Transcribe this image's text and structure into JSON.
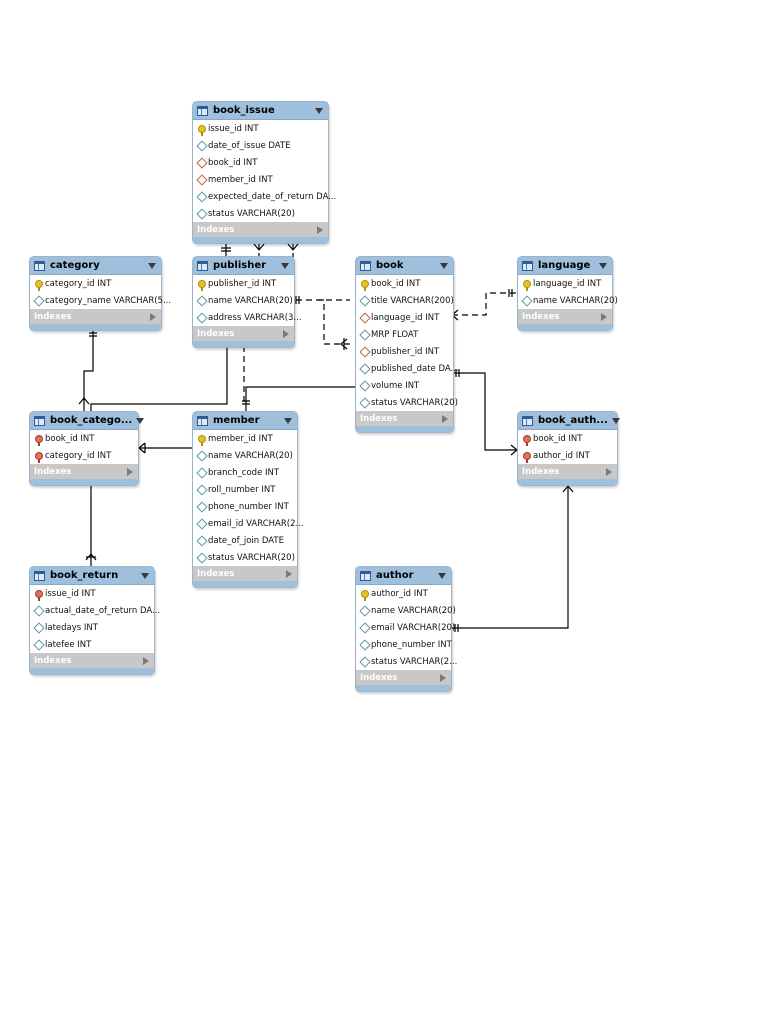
{
  "tables": {
    "book_issue": {
      "title": "book_issue",
      "columns": [
        {
          "icon": "pk",
          "text": "issue_id INT"
        },
        {
          "icon": "col",
          "text": "date_of_issue DATE"
        },
        {
          "icon": "fk",
          "text": "book_id INT"
        },
        {
          "icon": "fk",
          "text": "member_id INT"
        },
        {
          "icon": "col",
          "text": "expected_date_of_return DA..."
        },
        {
          "icon": "col",
          "text": "status VARCHAR(20)"
        }
      ],
      "indexes": "Indexes"
    },
    "category": {
      "title": "category",
      "columns": [
        {
          "icon": "pk",
          "text": "category_id INT"
        },
        {
          "icon": "col",
          "text": "category_name VARCHAR(5..."
        }
      ],
      "indexes": "Indexes"
    },
    "publisher": {
      "title": "publisher",
      "columns": [
        {
          "icon": "pk",
          "text": "publisher_id INT"
        },
        {
          "icon": "col",
          "text": "name VARCHAR(20)"
        },
        {
          "icon": "col",
          "text": "address VARCHAR(3..."
        }
      ],
      "indexes": "Indexes"
    },
    "book": {
      "title": "book",
      "columns": [
        {
          "icon": "pk",
          "text": "book_id INT"
        },
        {
          "icon": "col",
          "text": "title VARCHAR(200)"
        },
        {
          "icon": "fk",
          "text": "language_id INT"
        },
        {
          "icon": "col",
          "text": "MRP FLOAT"
        },
        {
          "icon": "fk",
          "text": "publisher_id INT"
        },
        {
          "icon": "col",
          "text": "published_date DA..."
        },
        {
          "icon": "col",
          "text": "volume INT"
        },
        {
          "icon": "col",
          "text": "status VARCHAR(20)"
        }
      ],
      "indexes": "Indexes"
    },
    "language": {
      "title": "language",
      "columns": [
        {
          "icon": "pk",
          "text": "language_id INT"
        },
        {
          "icon": "col",
          "text": "name VARCHAR(20)"
        }
      ],
      "indexes": "Indexes"
    },
    "book_category": {
      "title": "book_catego...",
      "columns": [
        {
          "icon": "pkfk",
          "text": "book_id INT"
        },
        {
          "icon": "pkfk",
          "text": "category_id INT"
        }
      ],
      "indexes": "Indexes"
    },
    "member": {
      "title": "member",
      "columns": [
        {
          "icon": "pk",
          "text": "member_id INT"
        },
        {
          "icon": "col",
          "text": "name VARCHAR(20)"
        },
        {
          "icon": "col",
          "text": "branch_code INT"
        },
        {
          "icon": "col",
          "text": "roll_number INT"
        },
        {
          "icon": "col",
          "text": "phone_number INT"
        },
        {
          "icon": "col",
          "text": "email_id VARCHAR(2..."
        },
        {
          "icon": "col",
          "text": "date_of_join DATE"
        },
        {
          "icon": "col",
          "text": "status VARCHAR(20)"
        }
      ],
      "indexes": "Indexes"
    },
    "book_author": {
      "title": "book_auth...",
      "columns": [
        {
          "icon": "pkfk",
          "text": "book_id INT"
        },
        {
          "icon": "pkfk",
          "text": "author_id INT"
        }
      ],
      "indexes": "Indexes"
    },
    "book_return": {
      "title": "book_return",
      "columns": [
        {
          "icon": "pkfk",
          "text": "issue_id INT"
        },
        {
          "icon": "col",
          "text": "actual_date_of_return DA..."
        },
        {
          "icon": "col",
          "text": "latedays INT"
        },
        {
          "icon": "col",
          "text": "latefee INT"
        }
      ],
      "indexes": "Indexes"
    },
    "author": {
      "title": "author",
      "columns": [
        {
          "icon": "pk",
          "text": "author_id INT"
        },
        {
          "icon": "col",
          "text": "name VARCHAR(20)"
        },
        {
          "icon": "col",
          "text": "email VARCHAR(20)"
        },
        {
          "icon": "col",
          "text": "phone_number INT"
        },
        {
          "icon": "col",
          "text": "status VARCHAR(2..."
        }
      ],
      "indexes": "Indexes"
    }
  },
  "colors": {
    "header": "#9fc0dc",
    "indexes_bar": "#c8c8c8",
    "border": "#9bb4cc",
    "connector": "#000000"
  }
}
